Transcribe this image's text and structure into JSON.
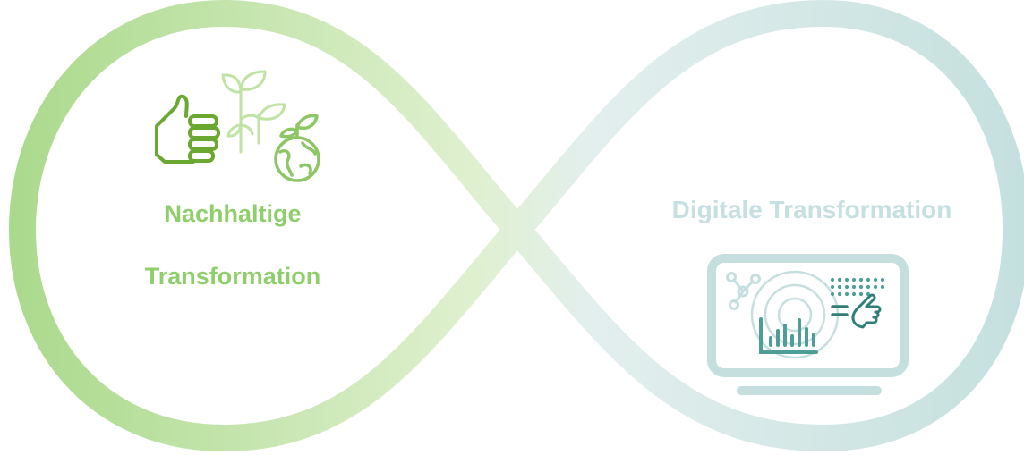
{
  "diagram": {
    "left": {
      "title_line1": "Nachhaltige",
      "title_line2": "Transformation",
      "icons": [
        "thumbs-up-icon",
        "sprout-icon",
        "earth-sprout-icon"
      ]
    },
    "right": {
      "title": "Digitale Transformation",
      "icons": [
        "monitor-icon",
        "network-molecule-icon",
        "radar-target-icon",
        "bar-chart-icon",
        "touch-hand-icon",
        "dot-grid-icon"
      ]
    }
  },
  "colors": {
    "green_ring_start": "#a9d98a",
    "green_ring_mid": "#dff0cf",
    "teal_ring_mid": "#e3efee",
    "teal_ring_end": "#c4e0de",
    "left_label": "#8fcf6b",
    "right_label": "#c6e0e2",
    "thumb_icon": "#6aa832",
    "plant_icon": "#bfe3a2",
    "earth_icon": "#8cc665",
    "monitor": "#c4dfde",
    "chart": "#4e9d97",
    "hand": "#2e7f78"
  }
}
